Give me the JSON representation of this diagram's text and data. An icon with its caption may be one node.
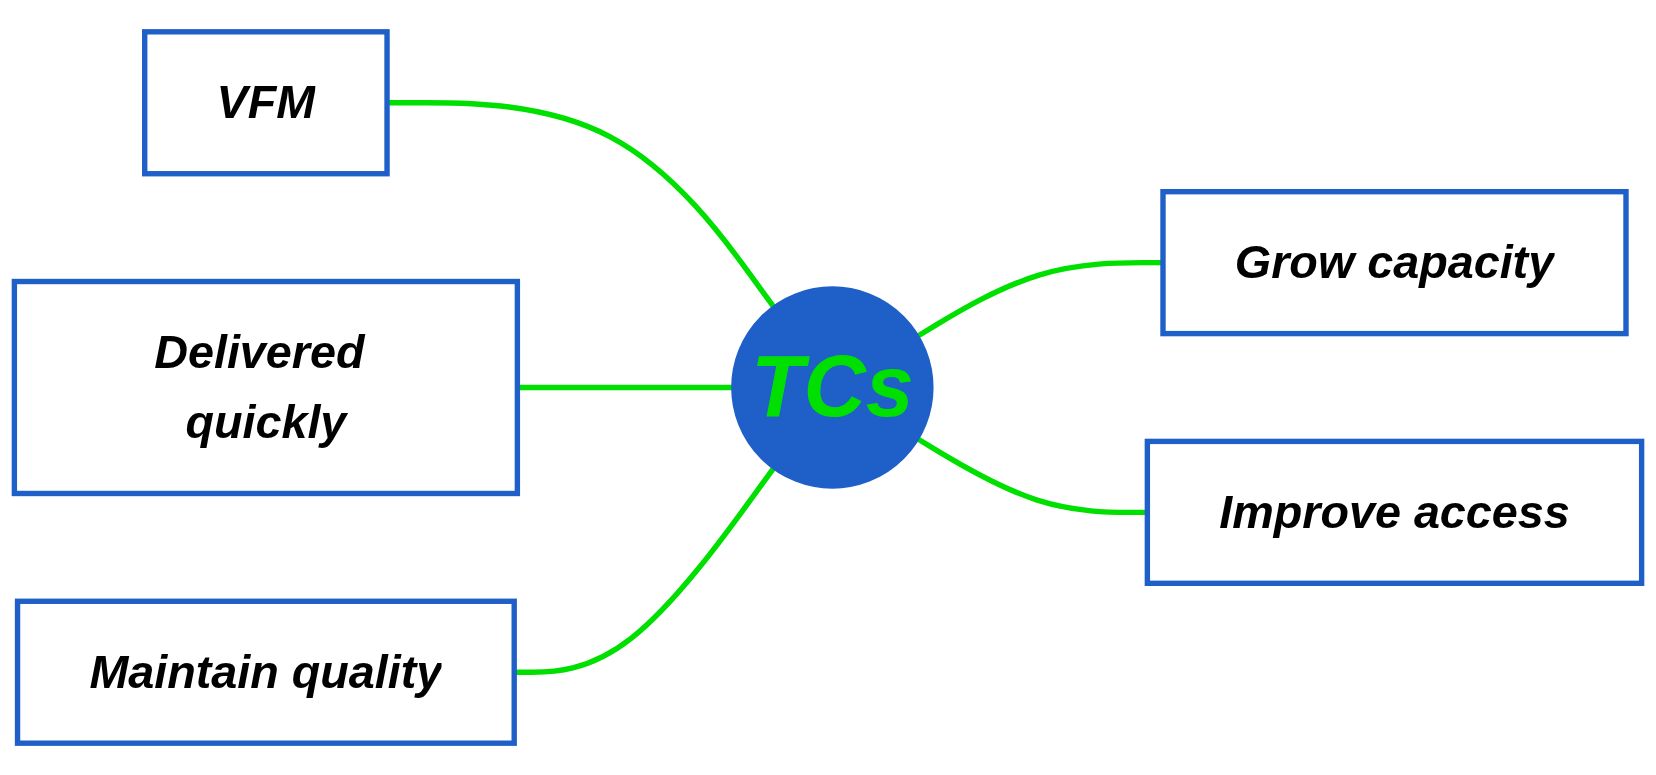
{
  "diagram": {
    "nodes": [
      {
        "text": [
          "VFM"
        ]
      },
      {
        "text": [
          "Delivered quickly"
        ]
      },
      {
        "text": [
          "Grow capacity"
        ]
      },
      {
        "text": [
          "TCs"
        ]
      },
      {
        "text": [
          "Maintain quality"
        ]
      },
      {
        "text": [
          "Improve access"
        ]
      }
    ],
    "edges": [
      {
        "from": 0,
        "to": 3,
        "arrow": "none"
      },
      {
        "from": 1,
        "to": 3,
        "arrow": "none"
      },
      {
        "from": 3,
        "to": 2,
        "arrow": "none"
      },
      {
        "from": 4,
        "to": 3,
        "arrow": "none"
      },
      {
        "from": 3,
        "to": 5,
        "arrow": "none"
      }
    ]
  }
}
